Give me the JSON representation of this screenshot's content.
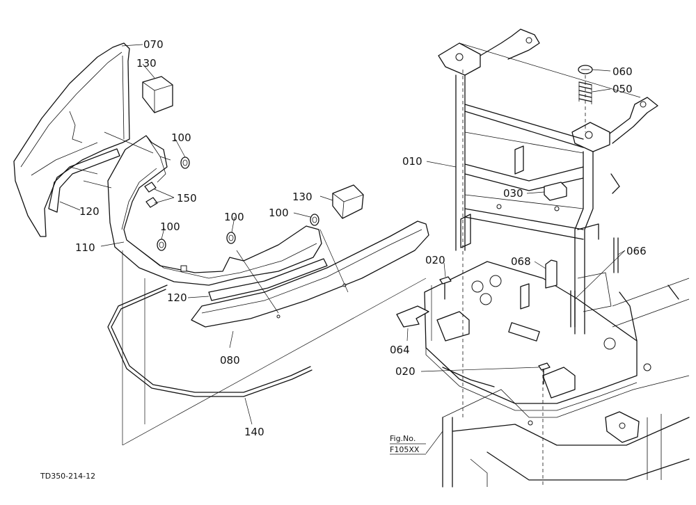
{
  "labels": {
    "p070": "070",
    "p130a": "130",
    "p100a": "100",
    "p150": "150",
    "p120a": "120",
    "p100b": "100",
    "p110": "110",
    "p100c": "100",
    "p100d": "100",
    "p130b": "130",
    "p120b": "120",
    "p080": "080",
    "p140": "140",
    "p060": "060",
    "p050": "050",
    "p010": "010",
    "p030": "030",
    "p066": "066",
    "p068": "068",
    "p020a": "020",
    "p064": "064",
    "p020b": "020"
  },
  "figref": {
    "line1": "Fig.No.",
    "line2": "F105XX"
  },
  "drawing_code": "TD350-214-12"
}
